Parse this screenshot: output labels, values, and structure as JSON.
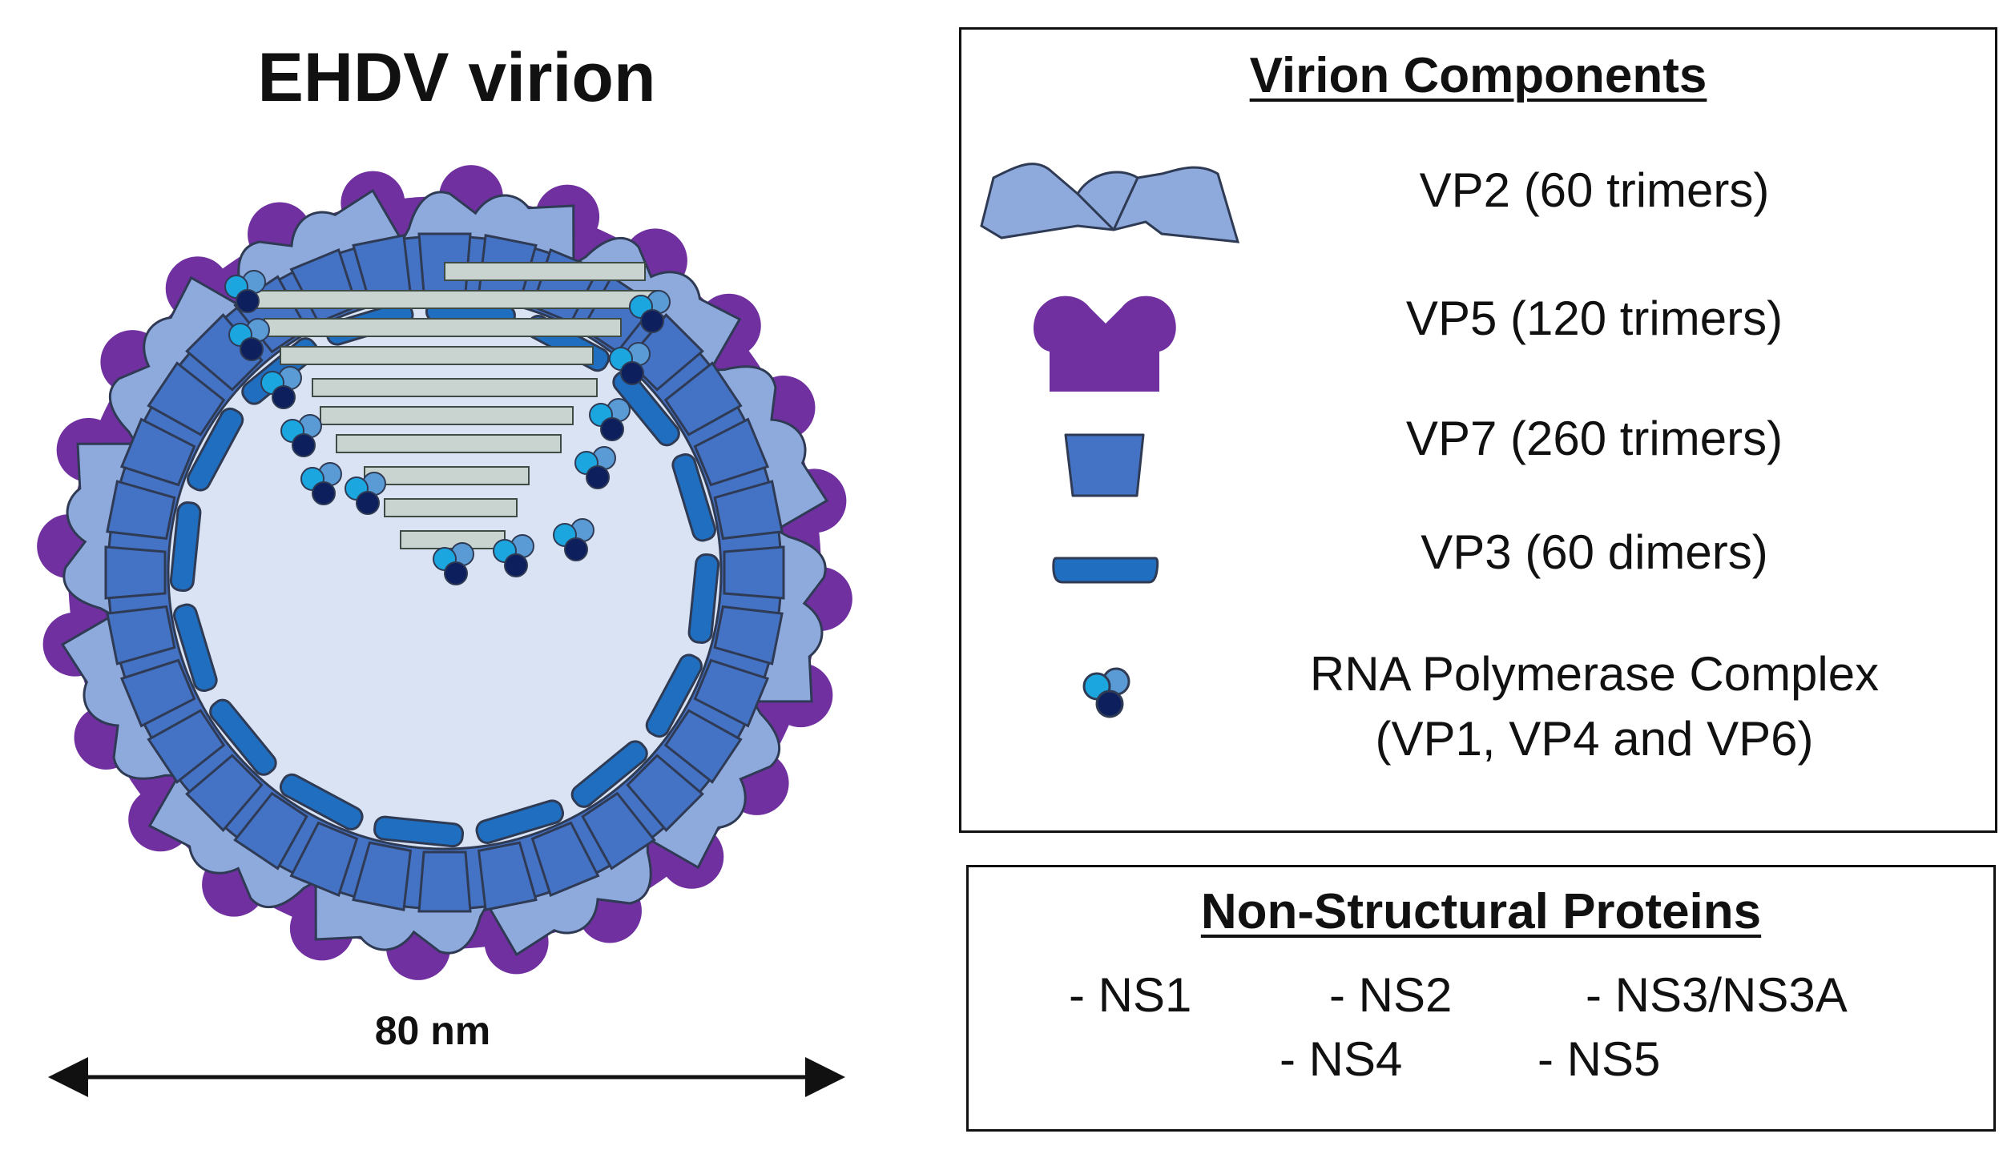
{
  "figure": {
    "title": "EHDV virion",
    "scale_label": "80 nm"
  },
  "colors": {
    "vp2": "#8EA9DB",
    "vp5": "#7030A0",
    "vp7": "#4472C4",
    "vp3": "#1F6EBF",
    "core_interior": "#DAE3F3",
    "rna_segment": "#C9D3CF",
    "polymerase_light": "#1CA6E0",
    "polymerase_mid": "#5B9BD5",
    "polymerase_dark": "#0D1F5C",
    "outline": "#2F3B55"
  },
  "virion_components": {
    "title": "Virion Components",
    "items": [
      {
        "icon": "vp2-icon",
        "label": "VP2 (60 trimers)"
      },
      {
        "icon": "vp5-icon",
        "label": "VP5 (120 trimers)"
      },
      {
        "icon": "vp7-icon",
        "label": "VP7 (260 trimers)"
      },
      {
        "icon": "vp3-icon",
        "label": "VP3 (60 dimers)"
      },
      {
        "icon": "polymerase-complex-icon",
        "label_line1": "RNA Polymerase Complex",
        "label_line2": "(VP1, VP4 and VP6)"
      }
    ]
  },
  "non_structural_proteins": {
    "title": "Non-Structural Proteins",
    "items": [
      "- NS1",
      "- NS2",
      "- NS3/NS3A",
      "- NS4",
      "- NS5"
    ]
  }
}
